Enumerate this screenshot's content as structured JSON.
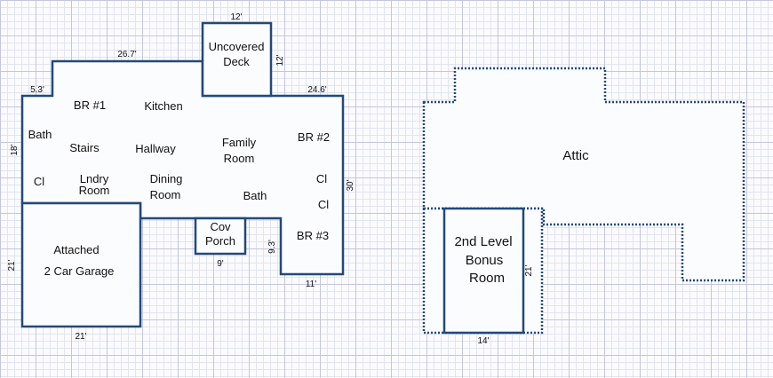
{
  "rooms": {
    "uncovered_deck": [
      "Uncovered",
      "Deck"
    ],
    "br1": "BR #1",
    "kitchen": "Kitchen",
    "bath_left": "Bath",
    "stairs": "Stairs",
    "hallway": "Hallway",
    "family_room": [
      "Family",
      "Room"
    ],
    "br2": "BR #2",
    "closet_left": "Cl",
    "laundry_room": [
      "Lndry",
      "Room"
    ],
    "dining_room": [
      "Dining",
      "Room"
    ],
    "bath_right": "Bath",
    "closet_right_1": "Cl",
    "closet_right_2": "Cl",
    "garage": [
      "Attached",
      "2 Car Garage"
    ],
    "covered_porch": [
      "Cov",
      "Porch"
    ],
    "br3": "BR #3",
    "attic": "Attic",
    "bonus_room": [
      "2nd Level",
      "Bonus",
      "Room"
    ]
  },
  "dimensions": {
    "deck_top": "12'",
    "deck_right": "12'",
    "top_left": "26.7'",
    "top_right": "24.6'",
    "step_left": "5.3'",
    "left_wall": "18'",
    "right_wall": "30'",
    "br3_left": "9.3'",
    "br3_bottom": "11'",
    "porch_bottom": "9'",
    "garage_left": "21'",
    "garage_bottom": "21'",
    "bonus_right": "21'",
    "bonus_bottom": "14'"
  }
}
